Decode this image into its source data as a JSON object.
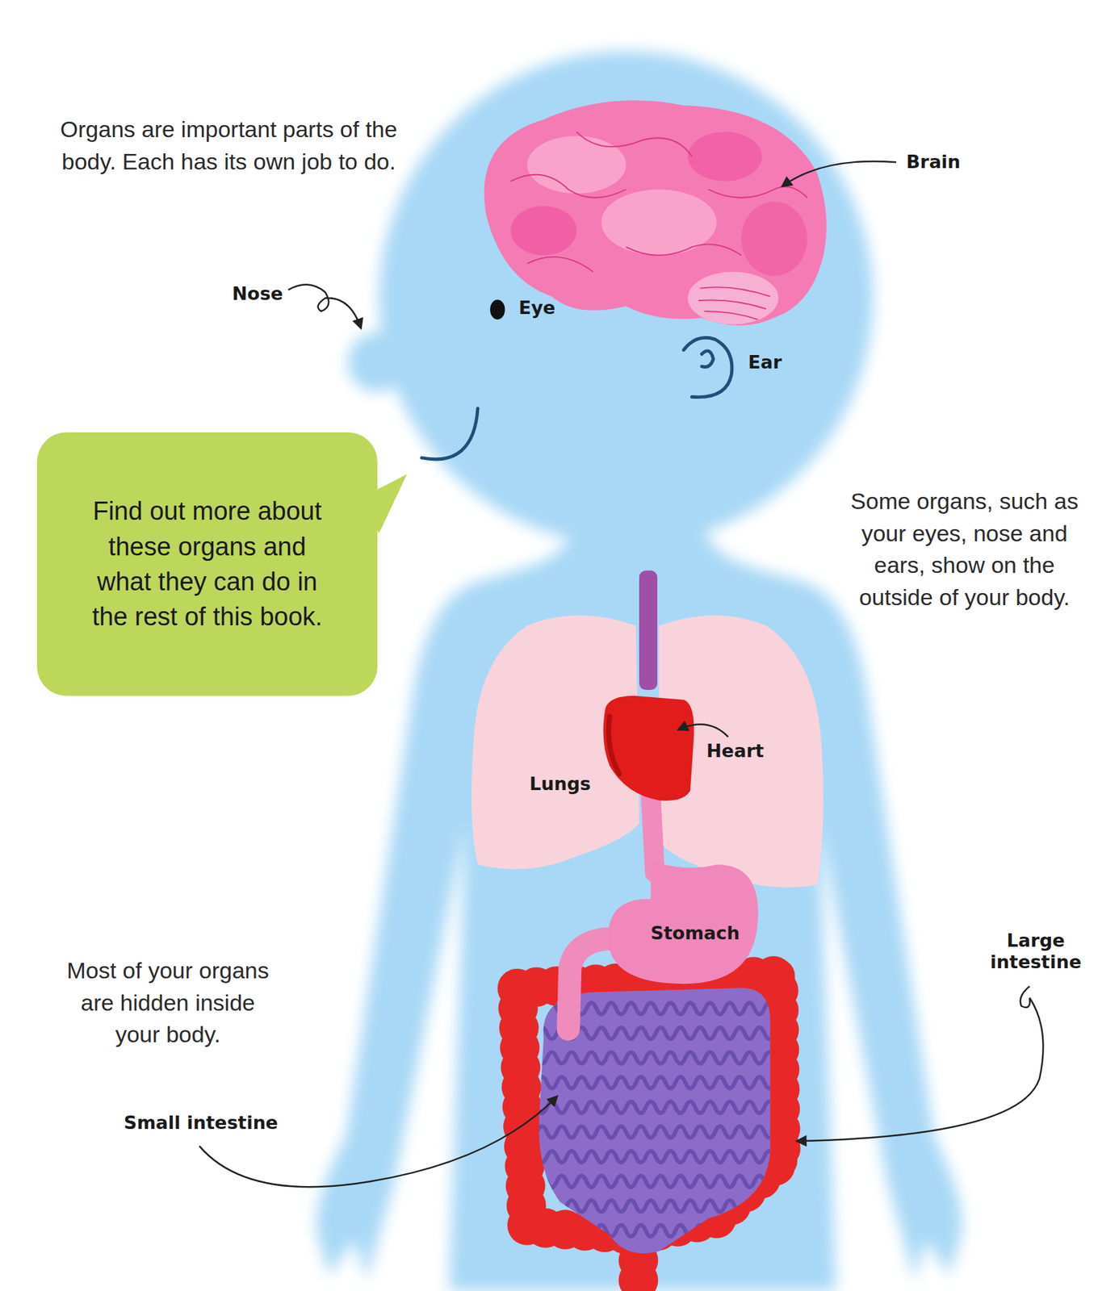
{
  "diagram": {
    "nodes": [
      {
        "text": [
          "Find out more about these organs and what they can do in the rest of this book."
        ]
      }
    ],
    "labels": [
      "Organs are important parts of the body. Each has its own job to do.",
      "Brain",
      "Nose",
      "Eye",
      "Ear",
      "Some organs, such as your eyes, nose and ears, show on the outside of your body.",
      "Heart",
      "Lungs",
      "Stomach",
      "Most of your organs are hidden inside your body.",
      "Large intestine",
      "Small intestine"
    ]
  }
}
